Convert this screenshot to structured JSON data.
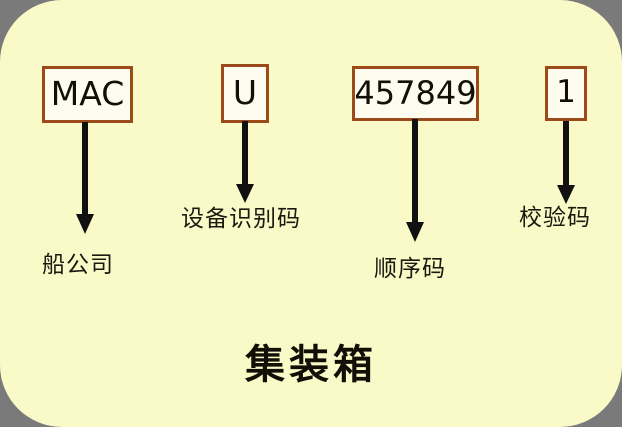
{
  "diagram": {
    "title": "集装箱",
    "background_color": "#fafac8",
    "outside_color": "#7a7a7a",
    "box_border_color": "#9c4a1a",
    "box_fill_color": "#fdfcee",
    "arrow_color": "#111111",
    "segments": [
      {
        "id": "owner",
        "code": "MAC",
        "caption": "船公司",
        "arrow": "down-arrow-icon"
      },
      {
        "id": "category",
        "code": "U",
        "caption": "设备识别码",
        "arrow": "down-arrow-icon"
      },
      {
        "id": "serial",
        "code": "457849",
        "caption": "顺序码",
        "arrow": "down-arrow-icon"
      },
      {
        "id": "check",
        "code": "1",
        "caption": "校验码",
        "arrow": "down-arrow-icon"
      }
    ]
  }
}
